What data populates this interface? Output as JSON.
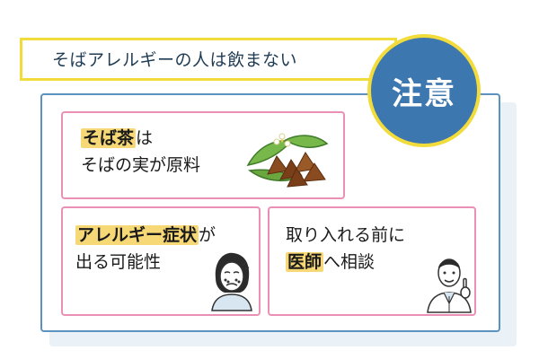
{
  "title_banner": {
    "text": "そばアレルギーの人は飲まない"
  },
  "badge": {
    "text": "注意"
  },
  "card_soba_tea": {
    "highlight": "そば茶",
    "suffix": "は",
    "line2": "そばの実が原料"
  },
  "card_allergy": {
    "highlight": "アレルギー症状",
    "suffix": "が",
    "line2": "出る可能性"
  },
  "card_doctor": {
    "line1": "取り入れる前に",
    "highlight": "医師",
    "suffix": "へ相談"
  },
  "colors": {
    "badge_fill": "#3d77b0",
    "badge_ring": "#f2dc3c",
    "panel_border": "#5b92c0",
    "card_border": "#ea90b4",
    "highlight": "#f7d876",
    "title_border": "#f2dc3c"
  },
  "icons": [
    "soba-seeds-leaves-icon",
    "worried-person-icon",
    "doctor-icon"
  ]
}
